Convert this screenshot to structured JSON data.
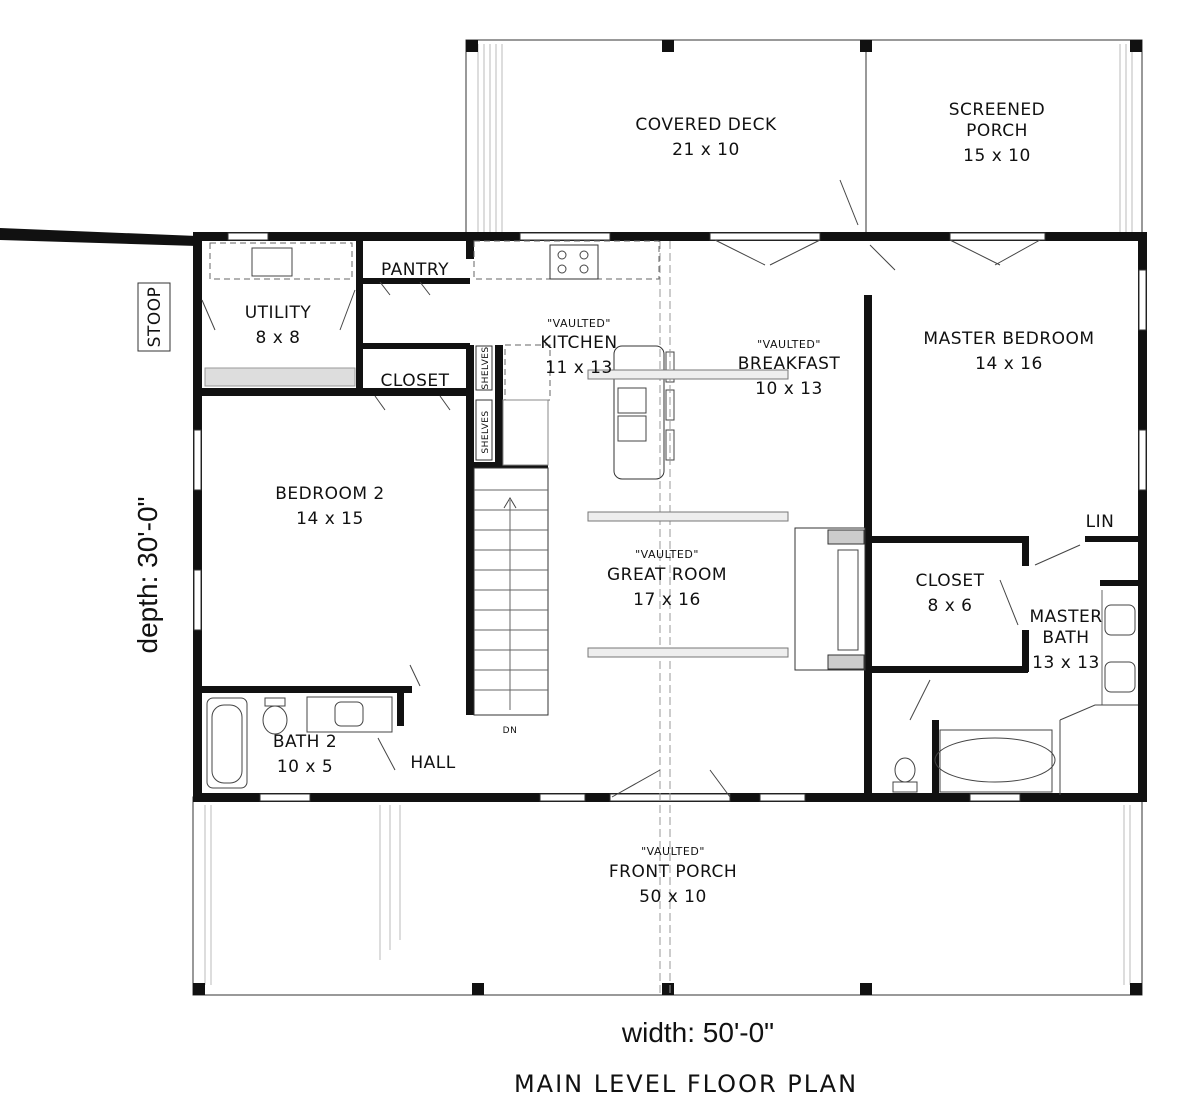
{
  "plan_title": "MAIN LEVEL FLOOR PLAN",
  "width_label": "width: 50'-0\"",
  "depth_label": "depth: 30'-0\"",
  "rooms": {
    "covered_deck": {
      "name": "COVERED DECK",
      "size": "21 x 10"
    },
    "screened_porch": {
      "name1": "SCREENED",
      "name2": "PORCH",
      "size": "15 x 10"
    },
    "utility": {
      "name": "UTILITY",
      "size": "8 x 8"
    },
    "pantry": {
      "name": "PANTRY"
    },
    "closet_hall": {
      "name": "CLOSET"
    },
    "stoop": {
      "name": "STOOP"
    },
    "kitchen": {
      "note": "\"VAULTED\"",
      "name": "KITCHEN",
      "size": "11 x 13"
    },
    "breakfast": {
      "note": "\"VAULTED\"",
      "name": "BREAKFAST",
      "size": "10 x 13"
    },
    "master_bedroom": {
      "name": "MASTER BEDROOM",
      "size": "14 x 16"
    },
    "bedroom2": {
      "name": "BEDROOM 2",
      "size": "14 x 15"
    },
    "great_room": {
      "note": "\"VAULTED\"",
      "name": "GREAT ROOM",
      "size": "17 x 16"
    },
    "master_closet": {
      "name": "CLOSET",
      "size": "8 x 6"
    },
    "master_bath": {
      "name1": "MASTER",
      "name2": "BATH",
      "size": "13 x 13"
    },
    "linen": {
      "name": "LIN"
    },
    "bath2": {
      "name": "BATH 2",
      "size": "10 x 5"
    },
    "hall": {
      "name": "HALL"
    },
    "front_porch": {
      "note": "\"VAULTED\"",
      "name": "FRONT PORCH",
      "size": "50 x 10"
    },
    "shelves1": "SHELVES",
    "shelves2": "SHELVES",
    "stair_dn": "DN"
  }
}
